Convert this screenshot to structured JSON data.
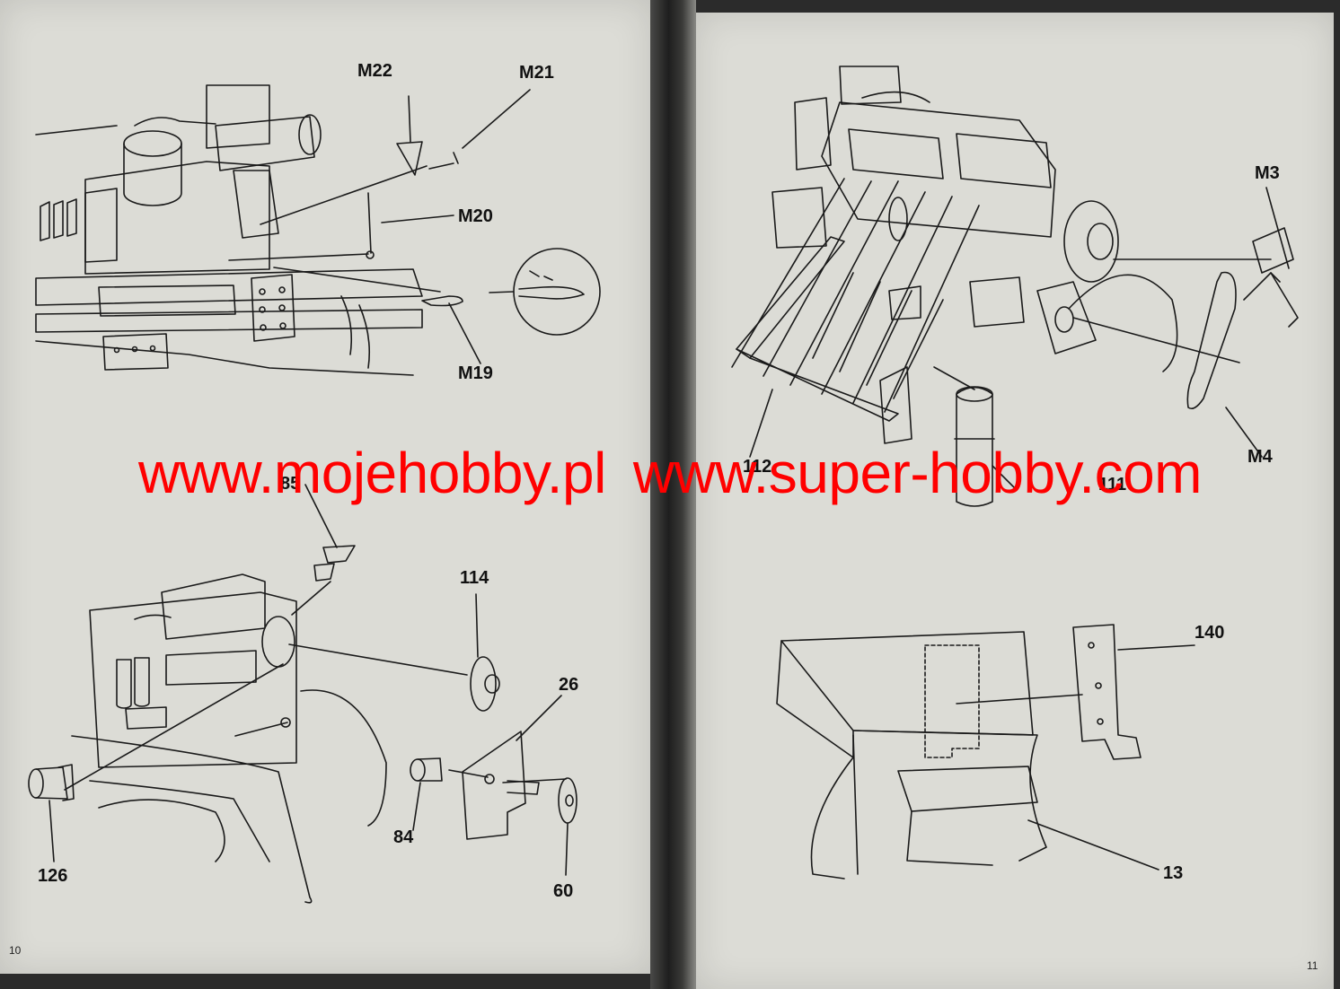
{
  "left_page": {
    "page_number": "10",
    "callouts": {
      "m22": "M22",
      "m21": "M21",
      "m20": "M20",
      "m19": "M19",
      "p85": "85",
      "p114": "114",
      "p26": "26",
      "p84": "84",
      "p126": "126",
      "p60": "60"
    }
  },
  "right_page": {
    "page_number": "11",
    "callouts": {
      "m3": "M3",
      "m4": "M4",
      "p112": "112",
      "p111": "111",
      "p140": "140",
      "p13": "13"
    }
  },
  "watermark": {
    "text_left": "www.mojehobby.pl",
    "text_right": "www.super-hobby.com",
    "color": "#ff0000"
  }
}
